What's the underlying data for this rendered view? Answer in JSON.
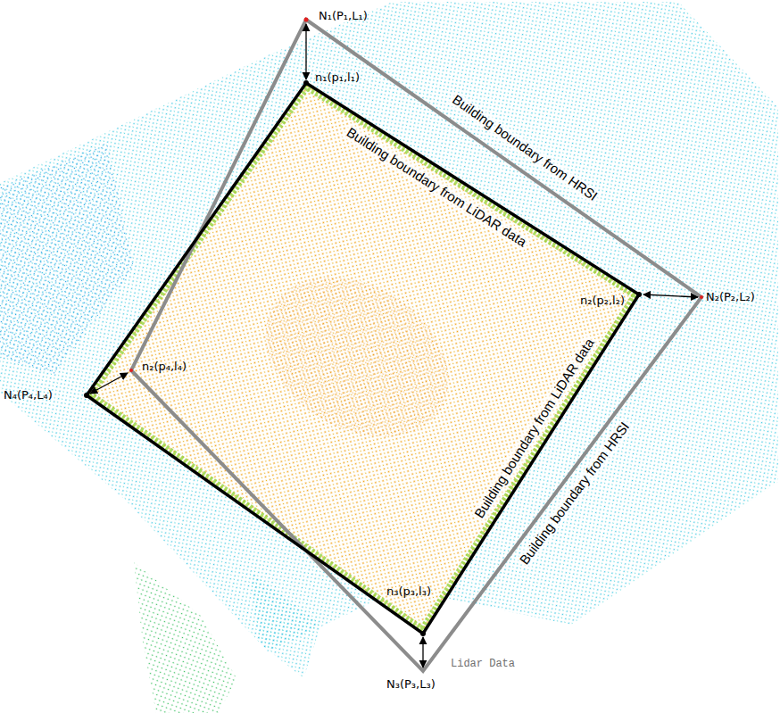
{
  "diagram": {
    "labels": [
      "N₁(P₁,L₁)",
      "n₁(p₁,l₁)",
      "Building boundary from HRSI",
      "Building boundary from LiDAR data",
      "n₂(p₂,l₂)",
      "N₂(P₂,L₂)",
      "N₄(P₄,L₄)",
      "n₂(p₄,l₄)",
      "Building boundary from LiDAR data",
      "Building boundary from HRSI",
      "n₃(p₃,l₃)",
      "Lidar Data",
      "N₃(P₃,L₃)"
    ]
  }
}
